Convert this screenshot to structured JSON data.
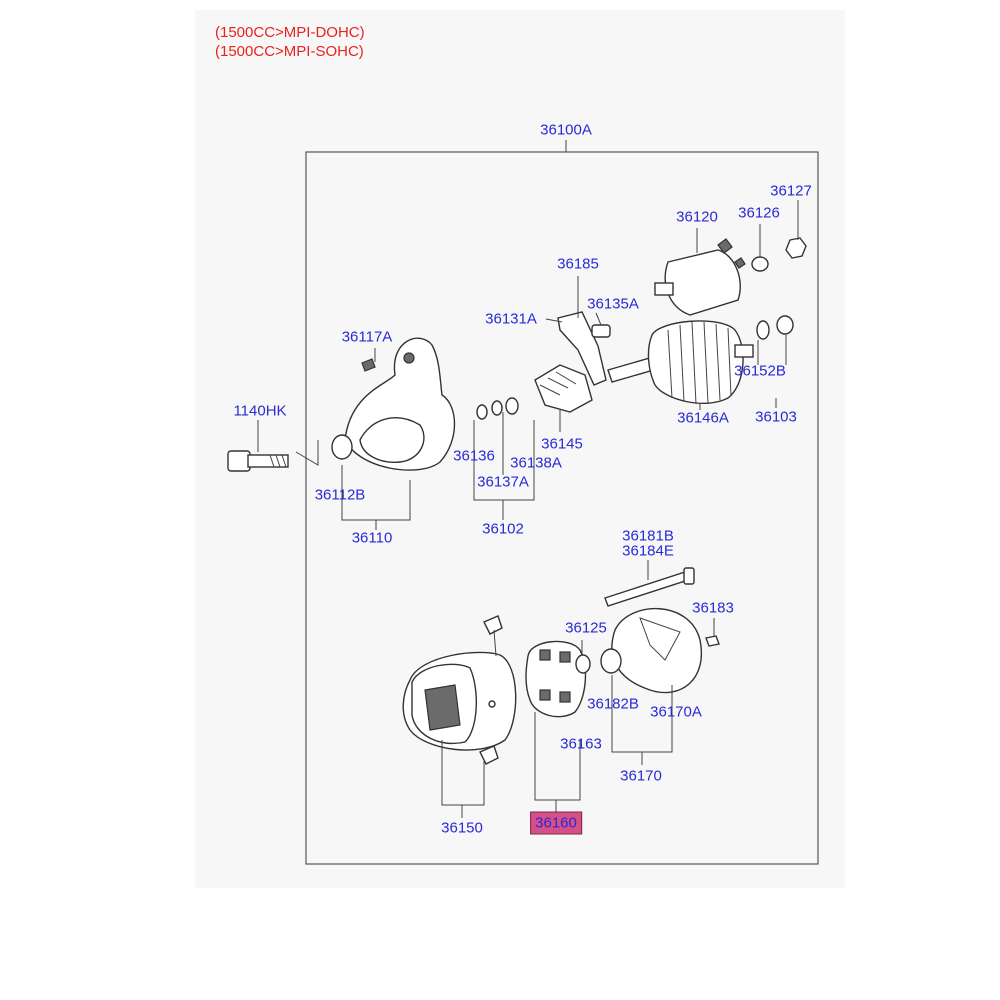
{
  "notes": [
    "(1500CC>MPI-DOHC)",
    "(1500CC>MPI-SOHC)"
  ],
  "highlight": "#d64f86",
  "labels": [
    {
      "id": "36100A",
      "text": "36100A"
    },
    {
      "id": "36127",
      "text": "36127"
    },
    {
      "id": "36120",
      "text": "36120"
    },
    {
      "id": "36126",
      "text": "36126"
    },
    {
      "id": "36185",
      "text": "36185"
    },
    {
      "id": "36135A",
      "text": "36135A"
    },
    {
      "id": "36131A",
      "text": "36131A"
    },
    {
      "id": "36117A",
      "text": "36117A"
    },
    {
      "id": "36152B",
      "text": "36152B"
    },
    {
      "id": "1140HK",
      "text": "1140HK"
    },
    {
      "id": "36146A",
      "text": "36146A"
    },
    {
      "id": "36103",
      "text": "36103"
    },
    {
      "id": "36145",
      "text": "36145"
    },
    {
      "id": "36136",
      "text": "36136"
    },
    {
      "id": "36138A",
      "text": "36138A"
    },
    {
      "id": "36137A",
      "text": "36137A"
    },
    {
      "id": "36112B",
      "text": "36112B"
    },
    {
      "id": "36102",
      "text": "36102"
    },
    {
      "id": "36110",
      "text": "36110"
    },
    {
      "id": "36181B",
      "text": "36181B"
    },
    {
      "id": "36184E",
      "text": "36184E"
    },
    {
      "id": "36183",
      "text": "36183"
    },
    {
      "id": "36125",
      "text": "36125"
    },
    {
      "id": "36182B",
      "text": "36182B"
    },
    {
      "id": "36170A",
      "text": "36170A"
    },
    {
      "id": "36163",
      "text": "36163"
    },
    {
      "id": "36170",
      "text": "36170"
    },
    {
      "id": "36150",
      "text": "36150"
    },
    {
      "id": "36160",
      "text": "36160",
      "highlight": true
    }
  ]
}
